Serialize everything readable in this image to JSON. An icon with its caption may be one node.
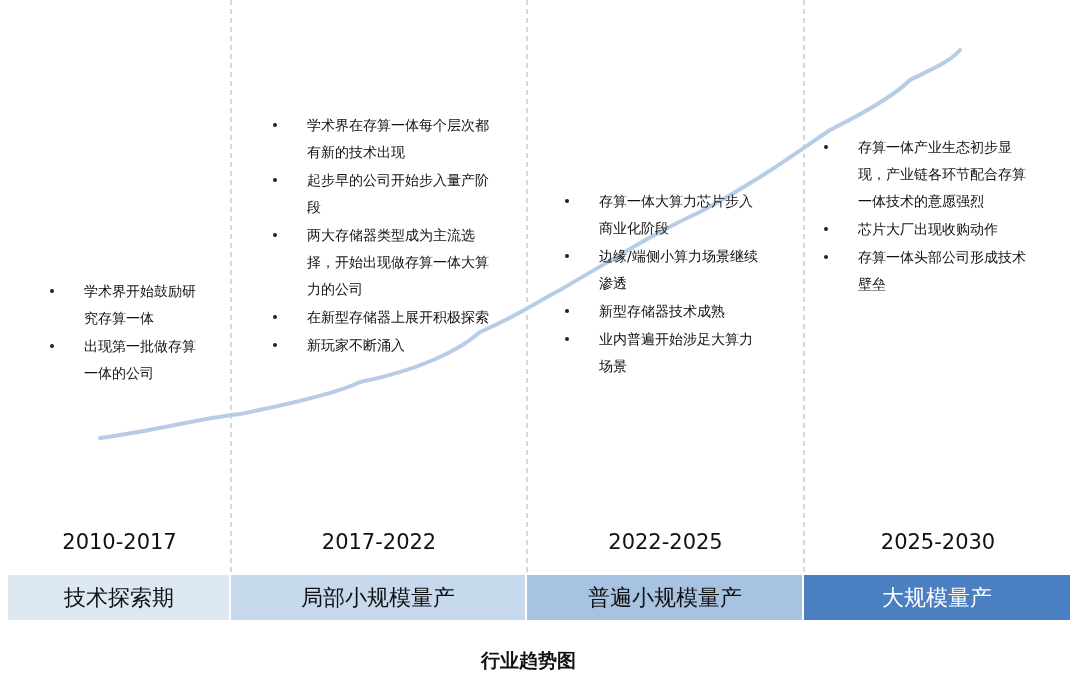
{
  "diagram": {
    "caption": "行业趋势图",
    "nodes": [
      {
        "text": [
          "技术探索期"
        ]
      },
      {
        "text": [
          "局部小规模量产"
        ]
      },
      {
        "text": [
          "普遍小规模量产"
        ]
      },
      {
        "text": [
          "大规模量产"
        ]
      }
    ],
    "labels": [
      "2010-2017",
      "2017-2022",
      "2022-2025",
      "2025-2030",
      "学术界开始鼓励研究存算一体",
      "出现第一批做存算一体的公司",
      "学术界在存算一体每个层次都有新的技术出现",
      "起步早的公司开始步入量产阶段",
      "两大存储器类型成为主流选择，开始出现做存算一体大算力的公司",
      "在新型存储器上展开积极探索",
      "新玩家不断涌入",
      "存算一体大算力芯片步入商业化阶段",
      "边缘/端侧小算力场景继续渗透",
      "新型存储器技术成熟",
      "业内普遍开始涉足大算力场景",
      "存算一体产业生态初步显现，产业链各环节配合存算一体技术的意愿强烈",
      "芯片大厂出现收购动作",
      "存算一体头部公司形成技术壁垒"
    ]
  }
}
